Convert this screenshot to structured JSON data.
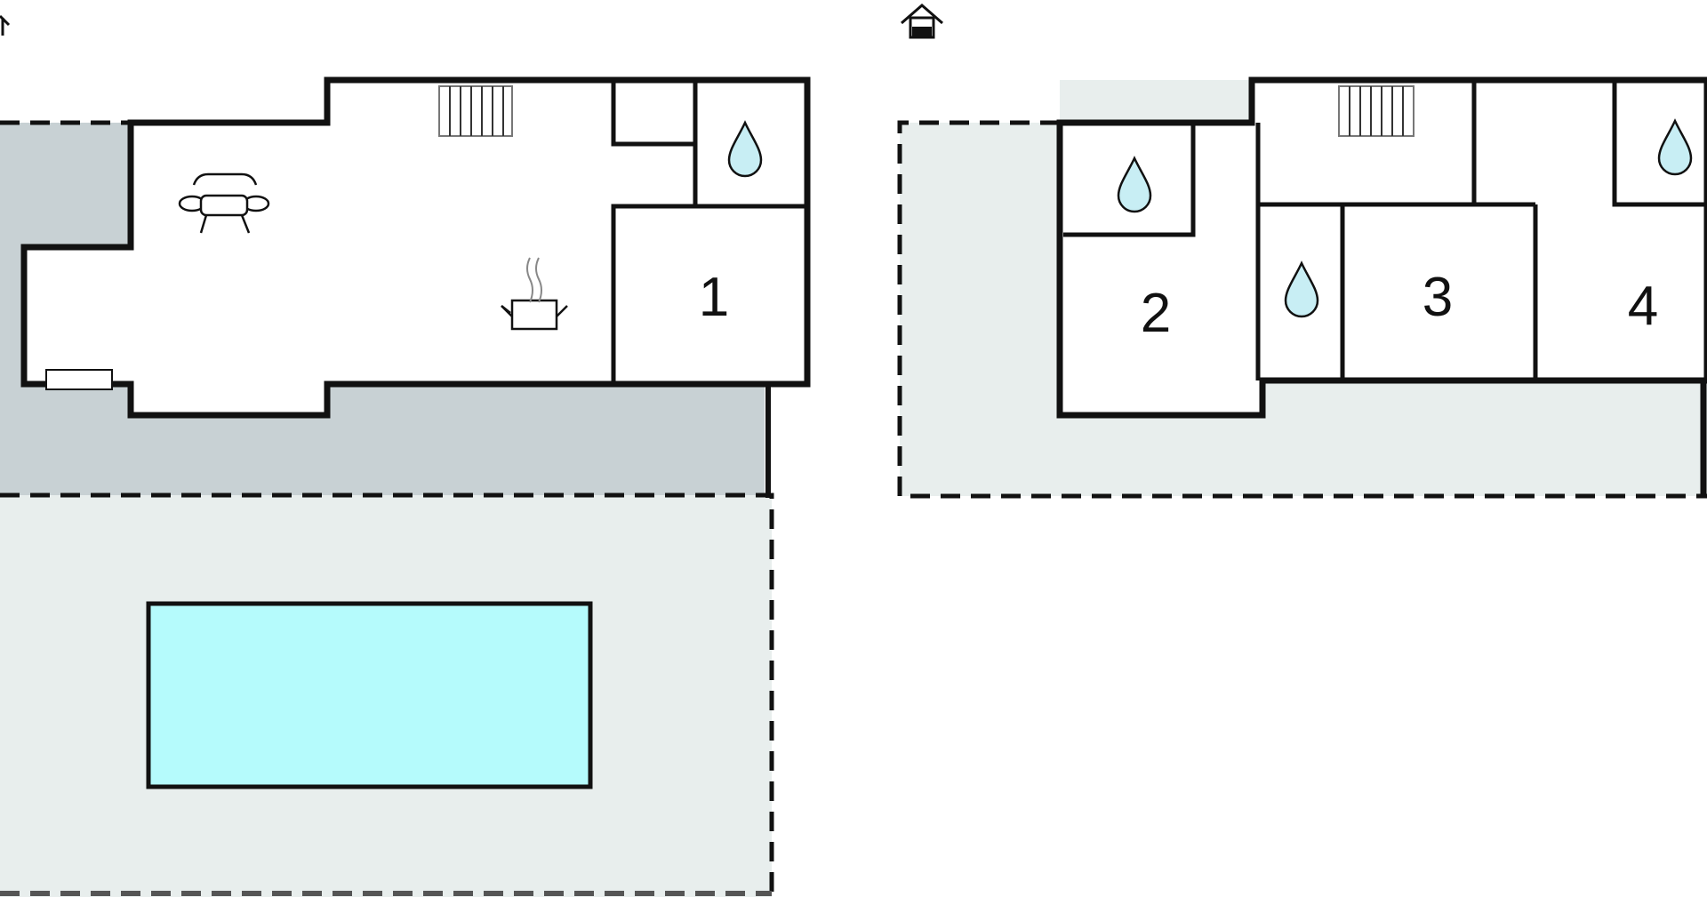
{
  "colors": {
    "wall": "#111111",
    "terrace_dark": "#c8d1d4",
    "terrace_light": "#e8eeed",
    "pool": "#b5fbfc",
    "water_drop": "#c8eef4"
  },
  "icons": {
    "ground_floor_marker": "arrow-up-icon",
    "upper_floor_marker": "house-icon",
    "sofa": "sofa-icon",
    "stove": "cooking-pot-icon",
    "stairs": "stairs-icon",
    "bathroom": "water-drop-icon",
    "heater": "radiator-icon"
  },
  "rooms": {
    "r1": "1",
    "r2": "2",
    "r3": "3",
    "r4": "4"
  }
}
